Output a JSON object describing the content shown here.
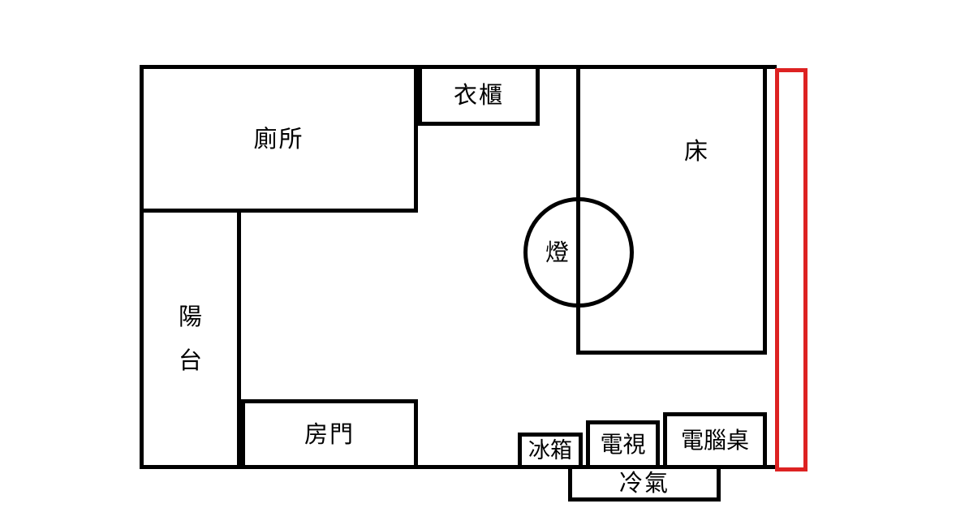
{
  "diagram": {
    "type": "room-floor-plan",
    "labels": {
      "toilet": "廁所",
      "wardrobe": "衣櫃",
      "bed": "床",
      "lamp": "燈",
      "balcony": "陽台",
      "door": "房門",
      "fridge": "冰箱",
      "tv": "電視",
      "computer_desk": "電腦桌",
      "air_conditioner": "冷氣"
    },
    "colors": {
      "wall": "#000000",
      "highlight_window": "#dd2222",
      "background": "#ffffff"
    }
  }
}
